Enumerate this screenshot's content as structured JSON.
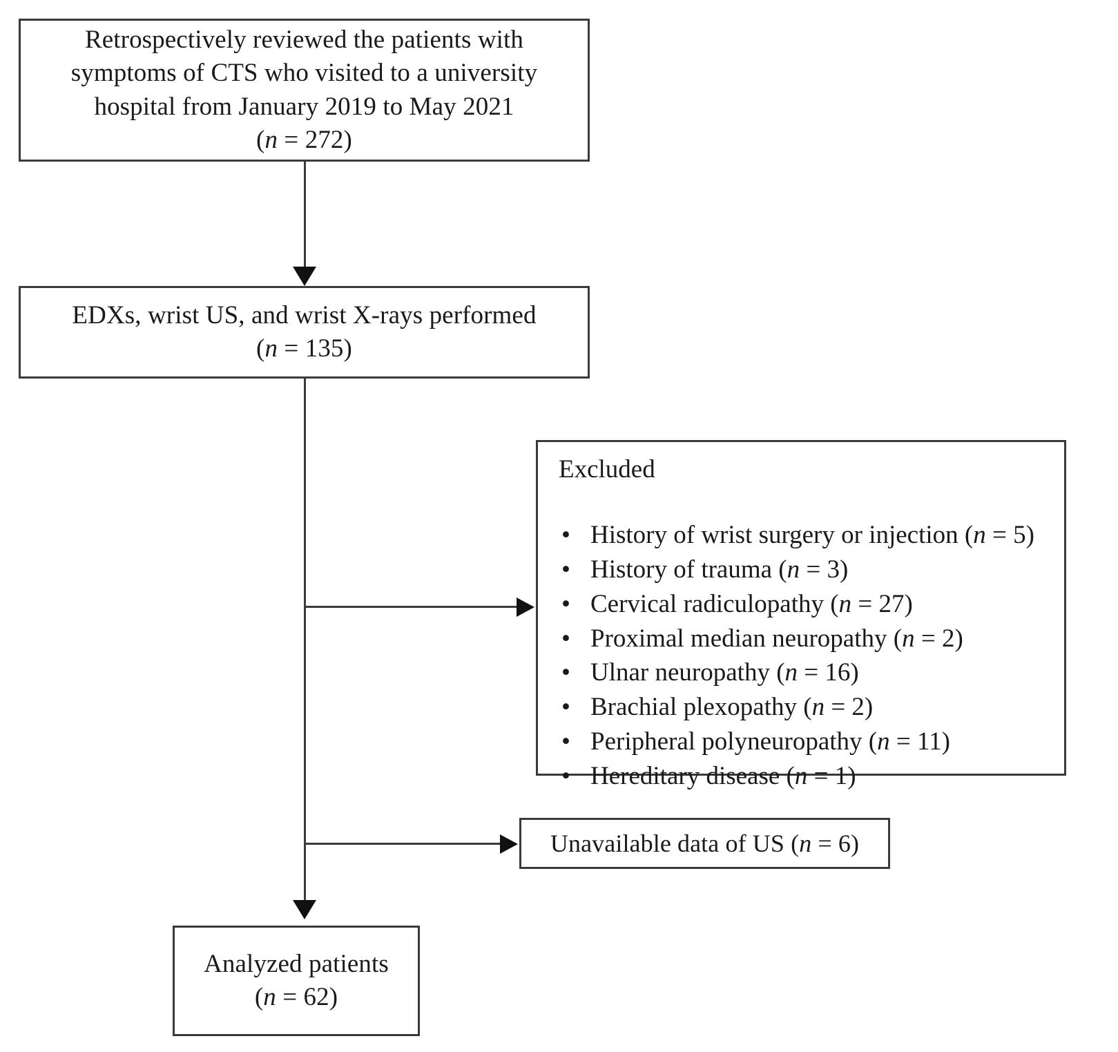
{
  "figure": {
    "type": "flowchart",
    "title": "Patient selection flow diagram"
  },
  "nodes": {
    "source": {
      "name": "source-cohort-box",
      "lines": [
        "Retrospectively reviewed the patients with",
        "symptoms of CTS who visited to a university",
        "hospital from January 2019 to May 2021"
      ],
      "count_prefix": "(",
      "count_var": "n",
      "count_eq": " = ",
      "count_value": "272",
      "count_suffix": ")"
    },
    "tests": {
      "name": "tests-performed-box",
      "lines": [
        "EDXs, wrist US, and wrist X-rays performed"
      ],
      "count_prefix": "(",
      "count_var": "n",
      "count_eq": " = ",
      "count_value": "135",
      "count_suffix": ")"
    },
    "excluded": {
      "name": "excluded-box",
      "title": "Excluded",
      "bullet_glyph": "•",
      "items": [
        {
          "label": "History of wrist surgery or injection",
          "n": "5"
        },
        {
          "label": "History of trauma",
          "n": "3"
        },
        {
          "label": "Cervical radiculopathy",
          "n": "27"
        },
        {
          "label": "Proximal median neuropathy",
          "n": "2"
        },
        {
          "label": "Ulnar neuropathy",
          "n": "16"
        },
        {
          "label": "Brachial plexopathy",
          "n": "2"
        },
        {
          "label": "Peripheral polyneuropathy",
          "n": "11"
        },
        {
          "label": "Hereditary disease",
          "n": "1"
        }
      ]
    },
    "unavailable": {
      "name": "unavailable-data-box",
      "label": "Unavailable data of US",
      "count_prefix": "(",
      "count_var": "n",
      "count_eq": " = ",
      "count_value": "6",
      "count_suffix": ")"
    },
    "analyzed": {
      "name": "analyzed-patients-box",
      "lines": [
        "Analyzed patients"
      ],
      "count_prefix": "(",
      "count_var": "n",
      "count_eq": " = ",
      "count_value": "62",
      "count_suffix": ")"
    }
  },
  "colors": {
    "box_border": "#3a3a3a",
    "connector": "#3a3a3a",
    "arrowhead": "#111111",
    "text": "#1a1a1a",
    "background": "#ffffff"
  }
}
